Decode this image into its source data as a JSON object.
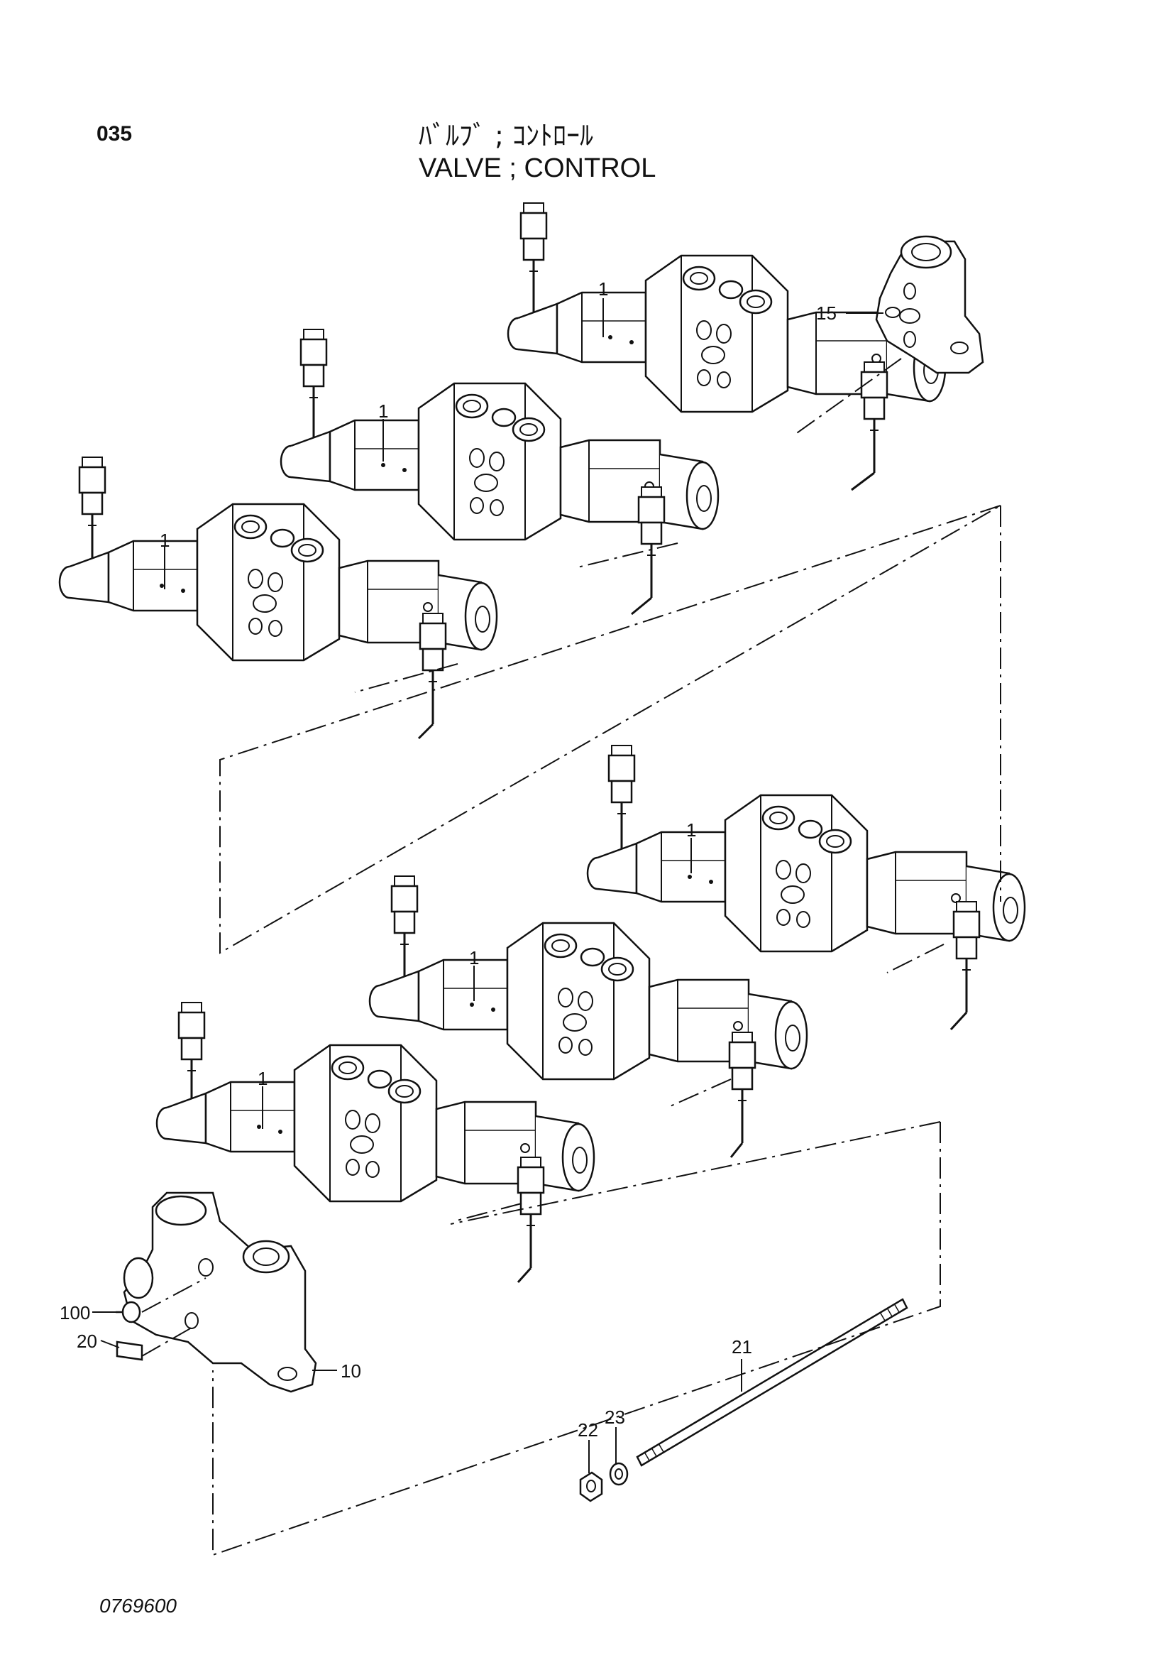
{
  "header": {
    "page_number": "035",
    "title_japanese": "ﾊﾞﾙﾌﾞ ; ｺﾝﾄﾛｰﾙ",
    "title_english": "VALVE ; CONTROL"
  },
  "footer": {
    "drawing_number": "0769600"
  },
  "callouts": {
    "valve_a": "1",
    "valve_b": "1",
    "valve_c": "1",
    "valve_d": "1",
    "valve_e": "1",
    "valve_f": "1",
    "inlet_cover": "15",
    "end_cover": "10",
    "plug": "100",
    "seal": "20",
    "stud": "21",
    "nut": "22",
    "washer": "23"
  },
  "colors": {
    "line": "#111111",
    "background": "#ffffff"
  }
}
